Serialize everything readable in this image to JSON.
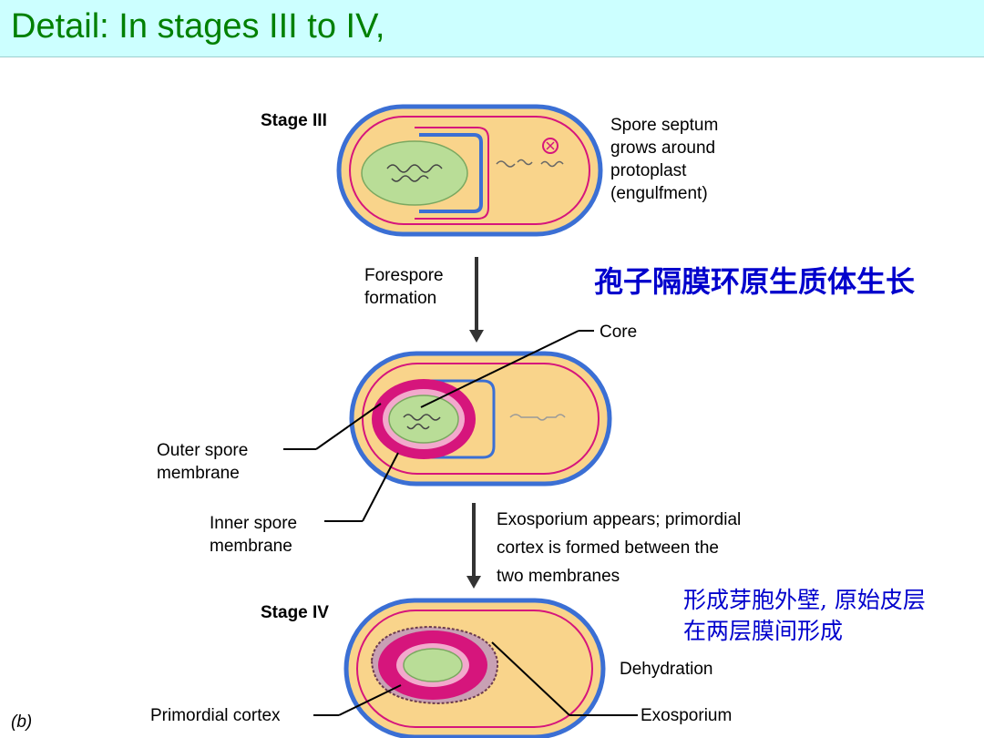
{
  "title": "Detail: In stages III to IV,",
  "stage3": {
    "heading": "Stage III",
    "caption": [
      "Spore septum",
      "grows around",
      "protoplast",
      "(engulfment)"
    ]
  },
  "forespore": [
    "Forespore",
    "formation"
  ],
  "chinese_note_1": "孢子隔膜环原生质体生长",
  "core_label": "Core",
  "outer_membrane": [
    "Outer spore",
    "membrane"
  ],
  "inner_membrane": [
    "Inner spore",
    "membrane"
  ],
  "exosporium_text": [
    "Exosporium appears; primordial",
    "cortex is formed between the",
    "two membranes"
  ],
  "chinese_note_2": [
    "形成芽胞外壁, 原始皮层",
    "在两层膜间形成"
  ],
  "stage4": {
    "heading": "Stage IV"
  },
  "dehydration": "Dehydration",
  "primordial_cortex": "Primordial cortex",
  "exosporium": "Exosporium",
  "panel_label": "(b)",
  "colors": {
    "title_bg": "#ccffff",
    "title_text": "#008000",
    "cell_wall": "#3b6fd4",
    "cytoplasm": "#f9d48b",
    "membrane": "#d6157c",
    "chinese_text": "#0000cc"
  }
}
